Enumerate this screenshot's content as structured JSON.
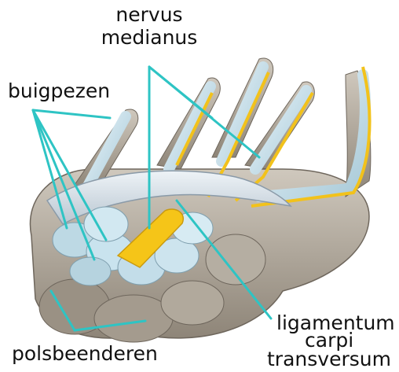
{
  "labels": {
    "nervus": "nervus",
    "medianus": "medianus",
    "buigpezen": "buigpezen",
    "ligamentum": "ligamentum",
    "carpi": "carpi",
    "transversum": "transversum",
    "polsbeenderen": "polsbeenderen"
  },
  "colors": {
    "leader": "#2ec4c4",
    "tendon": "#c9e3ee",
    "nerve": "#f2c21b",
    "bone": "#b8b0a4",
    "ligament": "#d9e1e8"
  }
}
